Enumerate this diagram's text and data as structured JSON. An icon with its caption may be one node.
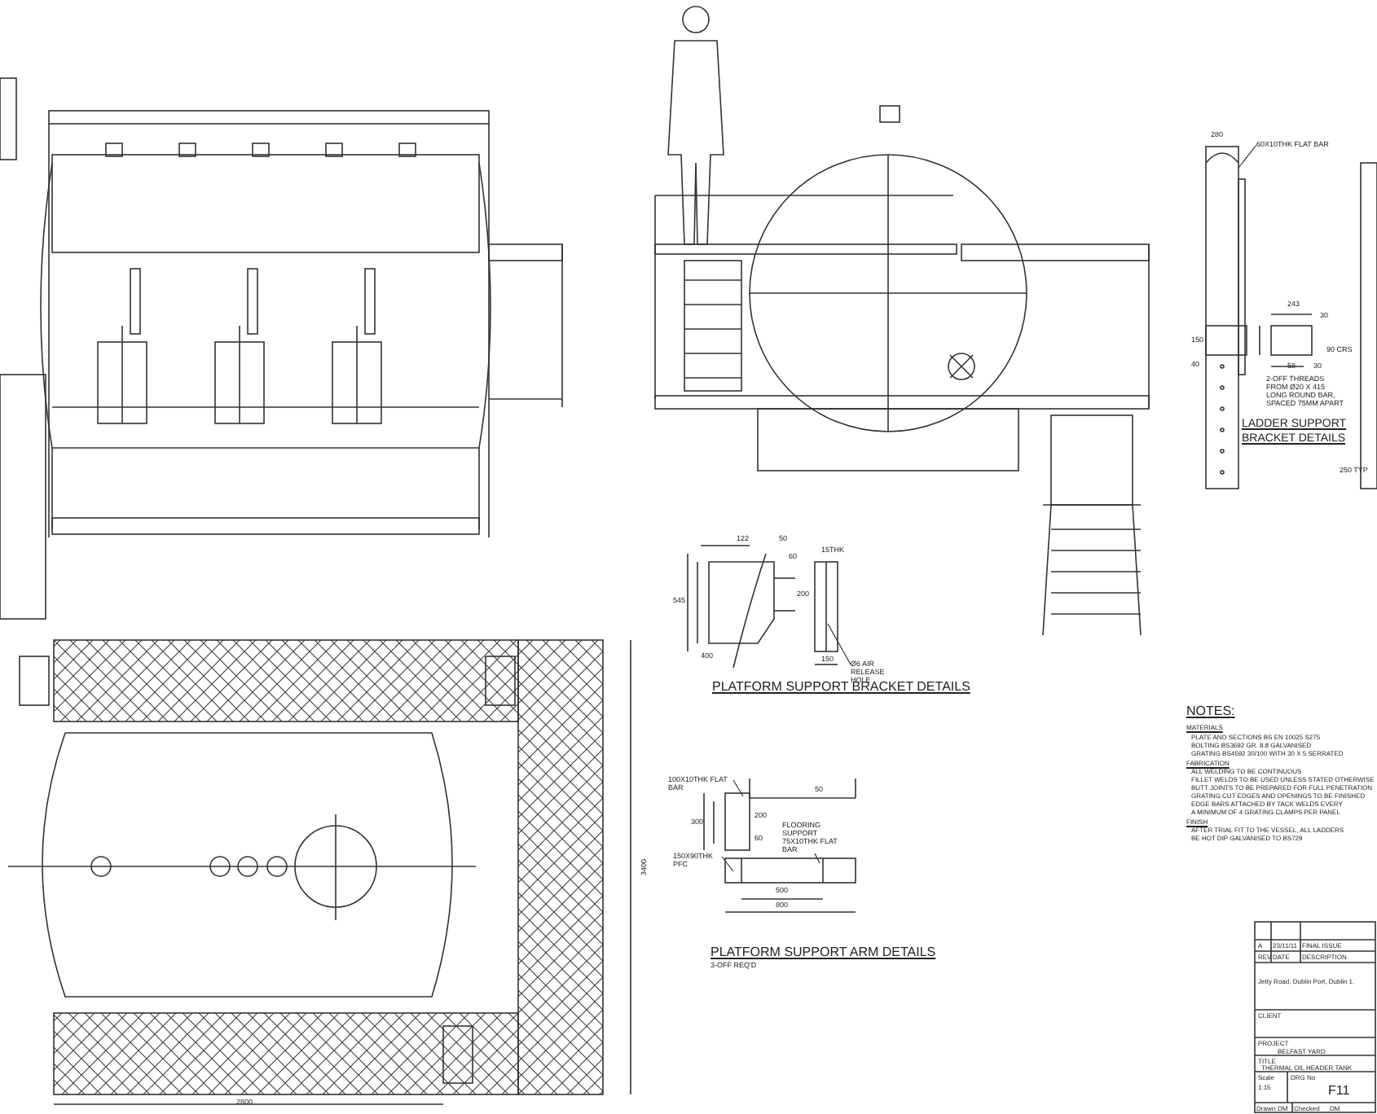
{
  "diagram": {
    "nodes": [
      {
        "text": [
          "60X10THK FLAT BAR"
        ]
      },
      {
        "text": [
          "Ø6 AIR RELEASE HOLE"
        ]
      },
      {
        "text": [
          "100X10THK FLAT BAR"
        ]
      },
      {
        "text": [
          "150X90THK PFC"
        ]
      },
      {
        "text": [
          "FLOORING SUPPORT 75X10THK FLAT BAR"
        ]
      }
    ],
    "edges": [
      {
        "from": 0,
        "to": null,
        "arrow": "none"
      },
      {
        "from": 1,
        "to": null,
        "arrow": "none"
      },
      {
        "from": 2,
        "to": null,
        "arrow": "none"
      },
      {
        "from": 3,
        "to": null,
        "arrow": "none"
      },
      {
        "from": 4,
        "to": null,
        "arrow": "none"
      }
    ],
    "labels": [
      "280",
      "243",
      "30",
      "150",
      "40",
      "58",
      "30",
      "90 CRS",
      "2-OFF THREADS FROM Ø20 X 415 LONG ROUND BAR, SPACED 75MM APART",
      "LADDER SUPPORT BRACKET DETAILS",
      "250 TYP",
      "122",
      "50",
      "15THK",
      "60",
      "545",
      "400",
      "200",
      "150",
      "PLATFORM SUPPORT BRACKET DETAILS",
      "300",
      "200",
      "50",
      "60",
      "500",
      "800",
      "PLATFORM SUPPORT ARM DETAILS",
      "3-OFF REQ'D",
      "3400",
      "2800",
      "NOTES:",
      "MATERIALS",
      "PLATE AND SECTIONS BS EN 10025 S275",
      "BOLTING BS3692 GR. 8.8 GALVANISED",
      "GRATING BS4592 30/100 WITH 30 X 5 SERRATED",
      "FABRICATION",
      "ALL WELDING TO BE CONTINUOUS",
      "FILLET WELDS TO BE USED UNLESS STATED OTHERWISE",
      "BUTT JOINTS TO BE PREPARED FOR FULL PENETRATION",
      "GRATING CUT EDGES AND OPENINGS TO BE FINISHED",
      "EDGE BARS ATTACHED BY TACK WELDS EVERY",
      "A MINIMUM OF 4 GRATING CLAMPS PER PANEL",
      "FINISH",
      "AFTER TRIAL FIT TO THE VESSEL, ALL LADDERS",
      "BE HOT DIP GALVANISED TO BS729",
      "A",
      "23/11/11",
      "FINAL ISSUE",
      "REV",
      "DATE",
      "DESCRIPTION",
      "Jetty Road, Dublin Port, Dublin 1.",
      "CLIENT",
      "PROJECT",
      "BELFAST YARD",
      "TITLE",
      "THERMAL OIL HEADER TANK",
      "Scale",
      "1:15",
      "DRG No",
      "F11",
      "Drawn",
      "DM",
      "Checked",
      "DM"
    ]
  }
}
